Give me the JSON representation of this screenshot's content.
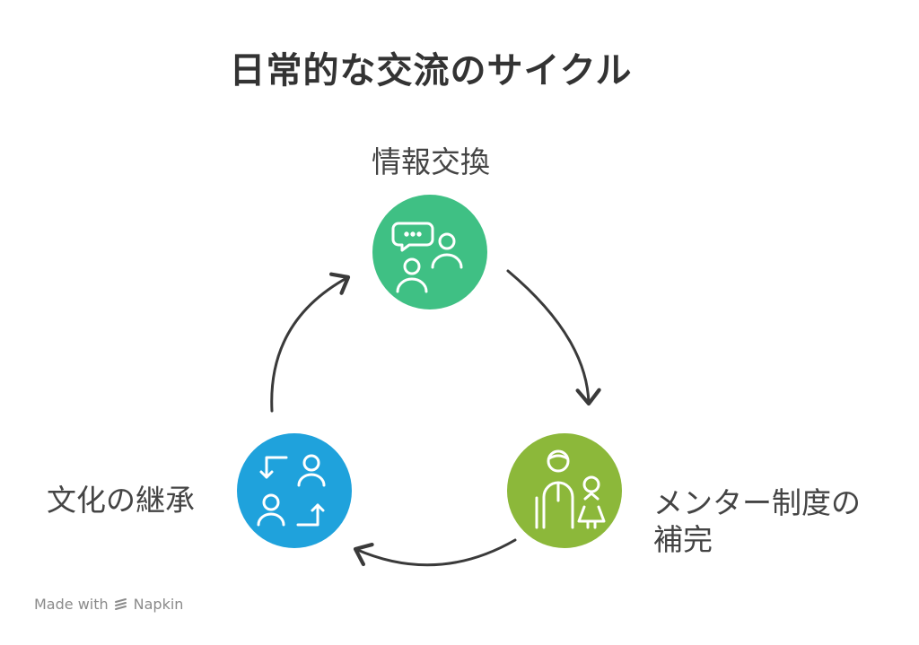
{
  "title": "日常的な交流のサイクル",
  "nodes": {
    "info_exchange": {
      "label": "情報交換",
      "color": "#3fc084",
      "icon": "chat-people-icon"
    },
    "mentor_system": {
      "label_line1": "メンター制度の",
      "label_line2": "補完",
      "color": "#8cb83a",
      "icon": "mentor-child-icon"
    },
    "culture_inheritance": {
      "label": "文化の継承",
      "color": "#1fa2dc",
      "icon": "exchange-people-icon"
    }
  },
  "footer": {
    "made_with": "Made with",
    "brand": "Napkin"
  }
}
